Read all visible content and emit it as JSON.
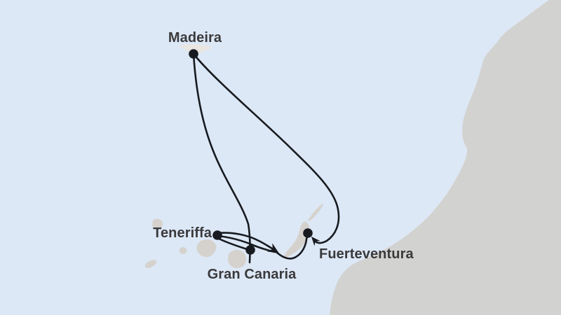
{
  "map": {
    "description": "Cruise route map of Madeira and the Canary Islands",
    "colors": {
      "sea": "#dde8f6",
      "land": "#d2d2d0",
      "island": "#d5d2ce",
      "island_light": "#e9e6e2",
      "route": "#171b20",
      "label": "#3a3a3c"
    },
    "ports": [
      {
        "id": "madeira",
        "label": "Madeira",
        "emphasis": "regular"
      },
      {
        "id": "teneriffa",
        "label": "Teneriffa",
        "emphasis": "bold"
      },
      {
        "id": "gran-canaria",
        "label": "Gran Canaria",
        "emphasis": "bold"
      },
      {
        "id": "fuerteventura",
        "label": "Fuerteventura",
        "emphasis": "regular"
      }
    ]
  }
}
